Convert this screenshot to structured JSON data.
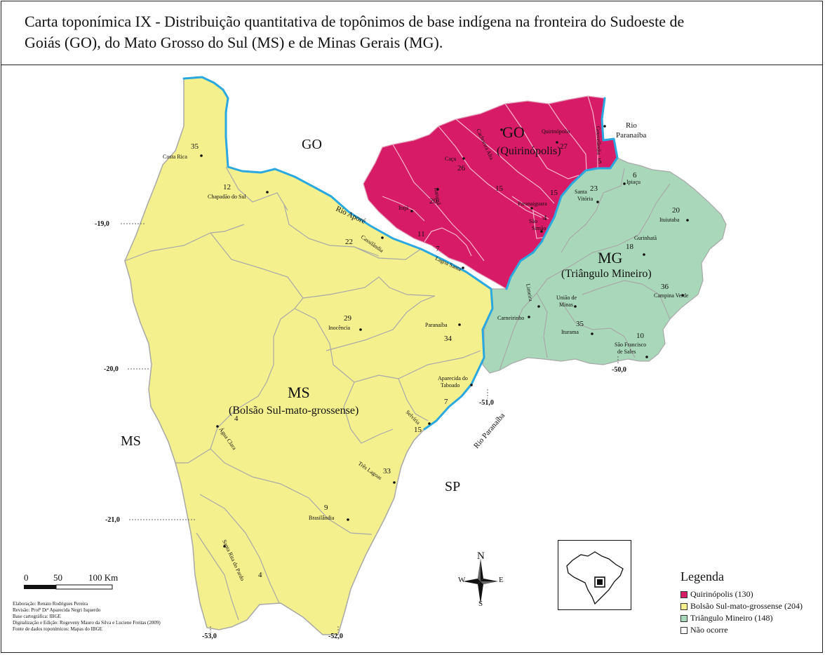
{
  "title": {
    "line1": "Carta toponímica IX - Distribuição quantitativa de topônimos de base indígena na fronteira do Sudoeste de",
    "line2": "Goiás (GO), do Mato Grosso do Sul (MS) e de Minas Gerais (MG)."
  },
  "colors": {
    "quirinopolis": "#d81b66",
    "bolsao": "#f5f08e",
    "triangulo": "#a8d8b9",
    "river": "#2aa8df",
    "border": "#a8a8a8"
  },
  "regions": {
    "go_abbr": "GO",
    "go_name": "(Quirinópolis)",
    "mg_abbr": "MG",
    "mg_name": "(Triângulo Mineiro)",
    "ms_abbr": "MS",
    "ms_name": "(Bolsão Sul-mato-grossense)"
  },
  "states": {
    "go": "GO",
    "ms": "MS",
    "sp": "SP"
  },
  "rivers": {
    "apore": "Rio Aporé",
    "paranaiba_top_1": "Rio",
    "paranaiba_top_2": "Paranaíba",
    "paranaiba_bottom": "Rio Paranaíba"
  },
  "coords": {
    "lat_19": "-19,0",
    "lat_20": "-20,0",
    "lat_21": "-21,0",
    "lon_50": "-50,0",
    "lon_51": "-51,0",
    "lon_52": "-52,0",
    "lon_53": "-53,0"
  },
  "municipalities": [
    {
      "name": "Costa Rica",
      "count": "35"
    },
    {
      "name": "Chapadão do Sul",
      "count": "12"
    },
    {
      "name": "Cassilândia",
      "count": "22"
    },
    {
      "name": "Inocência",
      "count": "29"
    },
    {
      "name": "Paranaíba",
      "count": "34"
    },
    {
      "name": "Aparecida do Taboado",
      "count": "7"
    },
    {
      "name": "Selvíria",
      "count": "15"
    },
    {
      "name": "Água Clara",
      "count": "4"
    },
    {
      "name": "Três Lagoas",
      "count": "33"
    },
    {
      "name": "Brasilândia",
      "count": "9"
    },
    {
      "name": "Santa Rita do Pardo",
      "count": "4"
    },
    {
      "name": "Caçu",
      "count": "26"
    },
    {
      "name": "Cachoeira Alta",
      "count": "15"
    },
    {
      "name": "Quirinópolis",
      "count": "27"
    },
    {
      "name": "Gouvelândia",
      "count": "5"
    },
    {
      "name": "Itarumã",
      "count": "20"
    },
    {
      "name": "Itajá",
      "count": "11"
    },
    {
      "name": "Lagoa Santa",
      "count": "7"
    },
    {
      "name": "Paranaiguara",
      "count": "15"
    },
    {
      "name": "São Simão",
      "count": "4"
    },
    {
      "name": "Ipiaçu",
      "count": "6"
    },
    {
      "name": "Santa Vitória",
      "count": "23"
    },
    {
      "name": "Ituiutaba",
      "count": "20"
    },
    {
      "name": "Gurinhatã",
      "count": "18"
    },
    {
      "name": "Limeira",
      "count": ""
    },
    {
      "name": "União de Minas",
      "count": ""
    },
    {
      "name": "Campina Verde",
      "count": "36"
    },
    {
      "name": "Carneirinho",
      "count": ""
    },
    {
      "name": "Iturama",
      "count": "35"
    },
    {
      "name": "São Francisco de Sales",
      "count": "10"
    }
  ],
  "scale": {
    "s0": "0",
    "s50": "50",
    "s100": "100 Km"
  },
  "compass": {
    "n": "N",
    "s": "S",
    "e": "E",
    "w": "W"
  },
  "legend": {
    "title": "Legenda",
    "items": [
      {
        "label": "Quirinópolis (130)",
        "color": "#d81b66"
      },
      {
        "label": "Bolsão Sul-mato-grossense (204)",
        "color": "#f5f08e"
      },
      {
        "label": "Triângulo Mineiro (148)",
        "color": "#a8d8b9"
      },
      {
        "label": "Não ocorre",
        "color": "#ffffff"
      }
    ]
  },
  "credits": [
    "Elaboração: Renato Rodrigues Pereira",
    "Revisão: Profª Drª Aparecida Negri Isquerdo",
    "Base cartográfica: IBGE",
    "Digitalização e Edição: Rogeveny Mauro da Silva  e Luciene Freitas (2009)",
    "Fonte de dados toponímicos: Mapas do IBGE"
  ]
}
